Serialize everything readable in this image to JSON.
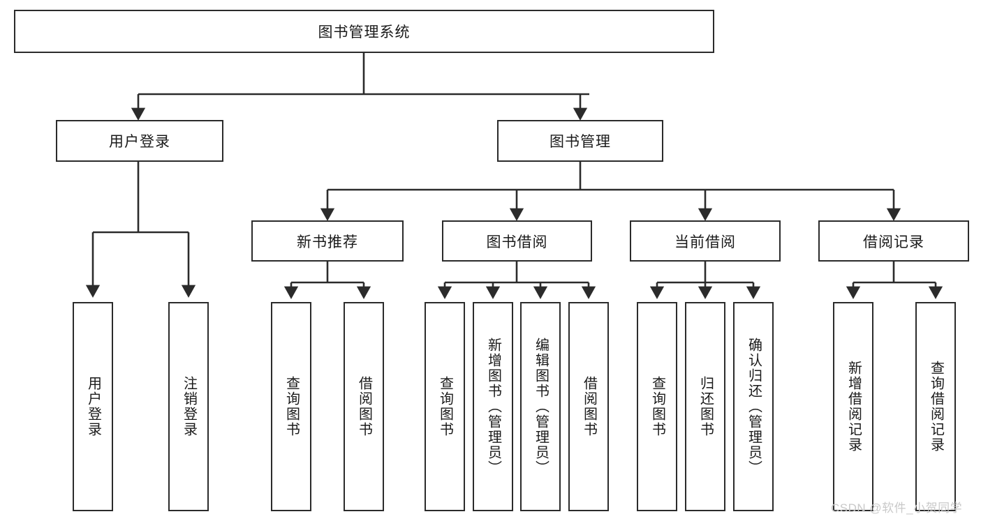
{
  "diagram": {
    "title": "图书管理系统",
    "type": "hierarchy-tree",
    "watermark": "CSDN @软件_小贺同学",
    "colors": {
      "box_border": "#2b2b2b",
      "box_fill": "#ffffff",
      "connector": "#2b2b2b",
      "text": "#1a1a1a",
      "watermark": "#c9c9c9"
    },
    "root": {
      "label": "图书管理系统"
    },
    "level2": [
      {
        "label": "用户登录"
      },
      {
        "label": "图书管理"
      }
    ],
    "level3": [
      {
        "label": "新书推荐"
      },
      {
        "label": "图书借阅"
      },
      {
        "label": "当前借阅"
      },
      {
        "label": "借阅记录"
      }
    ],
    "leaves": {
      "user_login": [
        {
          "label": "用户登录"
        },
        {
          "label": "注销登录"
        }
      ],
      "new_book_recommend": [
        {
          "label": "查询图书"
        },
        {
          "label": "借阅图书"
        }
      ],
      "book_borrow": [
        {
          "label": "查询图书"
        },
        {
          "label": "新增图书（管理员）"
        },
        {
          "label": "编辑图书（管理员）"
        },
        {
          "label": "借阅图书"
        }
      ],
      "current_borrow": [
        {
          "label": "查询图书"
        },
        {
          "label": "归还图书"
        },
        {
          "label": "确认归还（管理员）"
        }
      ],
      "borrow_record": [
        {
          "label": "新增借阅记录"
        },
        {
          "label": "查询借阅记录"
        }
      ]
    }
  }
}
